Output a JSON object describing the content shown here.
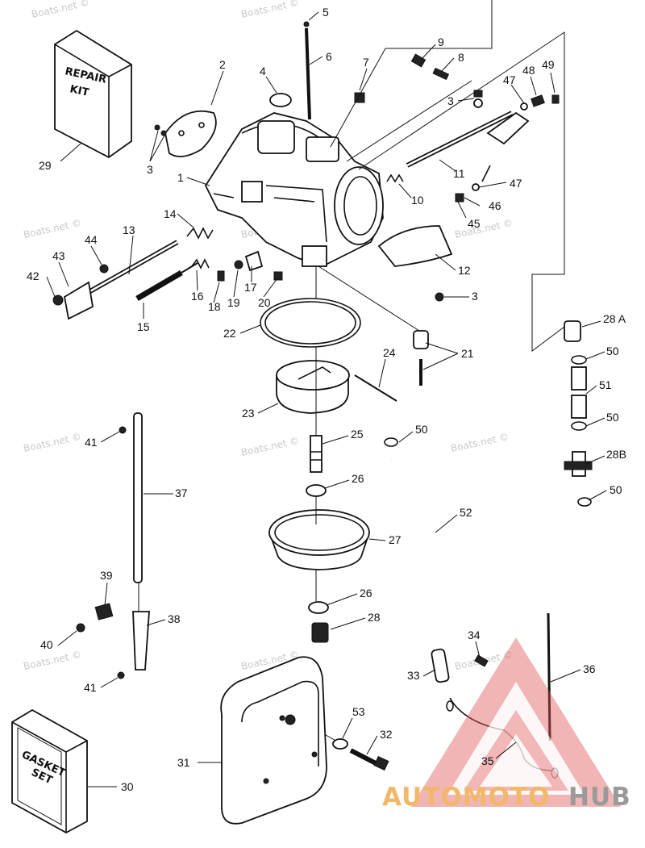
{
  "labels": {
    "l5": "5",
    "l6": "6",
    "l2": "2",
    "l4": "4",
    "l7": "7",
    "l9": "9",
    "l8": "8",
    "l3a": "3",
    "l3b": "3",
    "l3c": "3",
    "l47a": "47",
    "l48": "48",
    "l49": "49",
    "l1": "1",
    "l10": "10",
    "l11": "11",
    "l47b": "47",
    "l46": "46",
    "l45": "45",
    "l29": "29",
    "l14": "14",
    "l13": "13",
    "l44": "44",
    "l42": "42",
    "l43": "43",
    "l12": "12",
    "l15": "15",
    "l16": "16",
    "l17": "17",
    "l18": "18",
    "l19": "19",
    "l20": "20",
    "l28a": "28 A",
    "l50a": "50",
    "l51": "51",
    "l50b": "50",
    "l28b": "28B",
    "l50c": "50",
    "l50d": "50",
    "l22": "22",
    "l21": "21",
    "l24": "24",
    "l23": "23",
    "l25": "25",
    "l26a": "26",
    "l26b": "26",
    "l27": "27",
    "l28": "28",
    "l52": "52",
    "l41a": "41",
    "l41b": "41",
    "l37": "37",
    "l39": "39",
    "l38": "38",
    "l40": "40",
    "l34": "34",
    "l33": "33",
    "l36": "36",
    "l35": "35",
    "l53": "53",
    "l32": "32",
    "l31": "31",
    "l30": "30"
  },
  "boxes": {
    "repair_kit": [
      "REPAIR",
      "KIT"
    ],
    "gasket_set": [
      "GASKET",
      "SET"
    ]
  },
  "watermark": "Boats.net ©",
  "logo": {
    "part1": "AUTOMOTO",
    "part2": "HUB",
    "color1": "#f2b86a",
    "color2": "#9a9a9a",
    "triangle": "#e05555"
  }
}
